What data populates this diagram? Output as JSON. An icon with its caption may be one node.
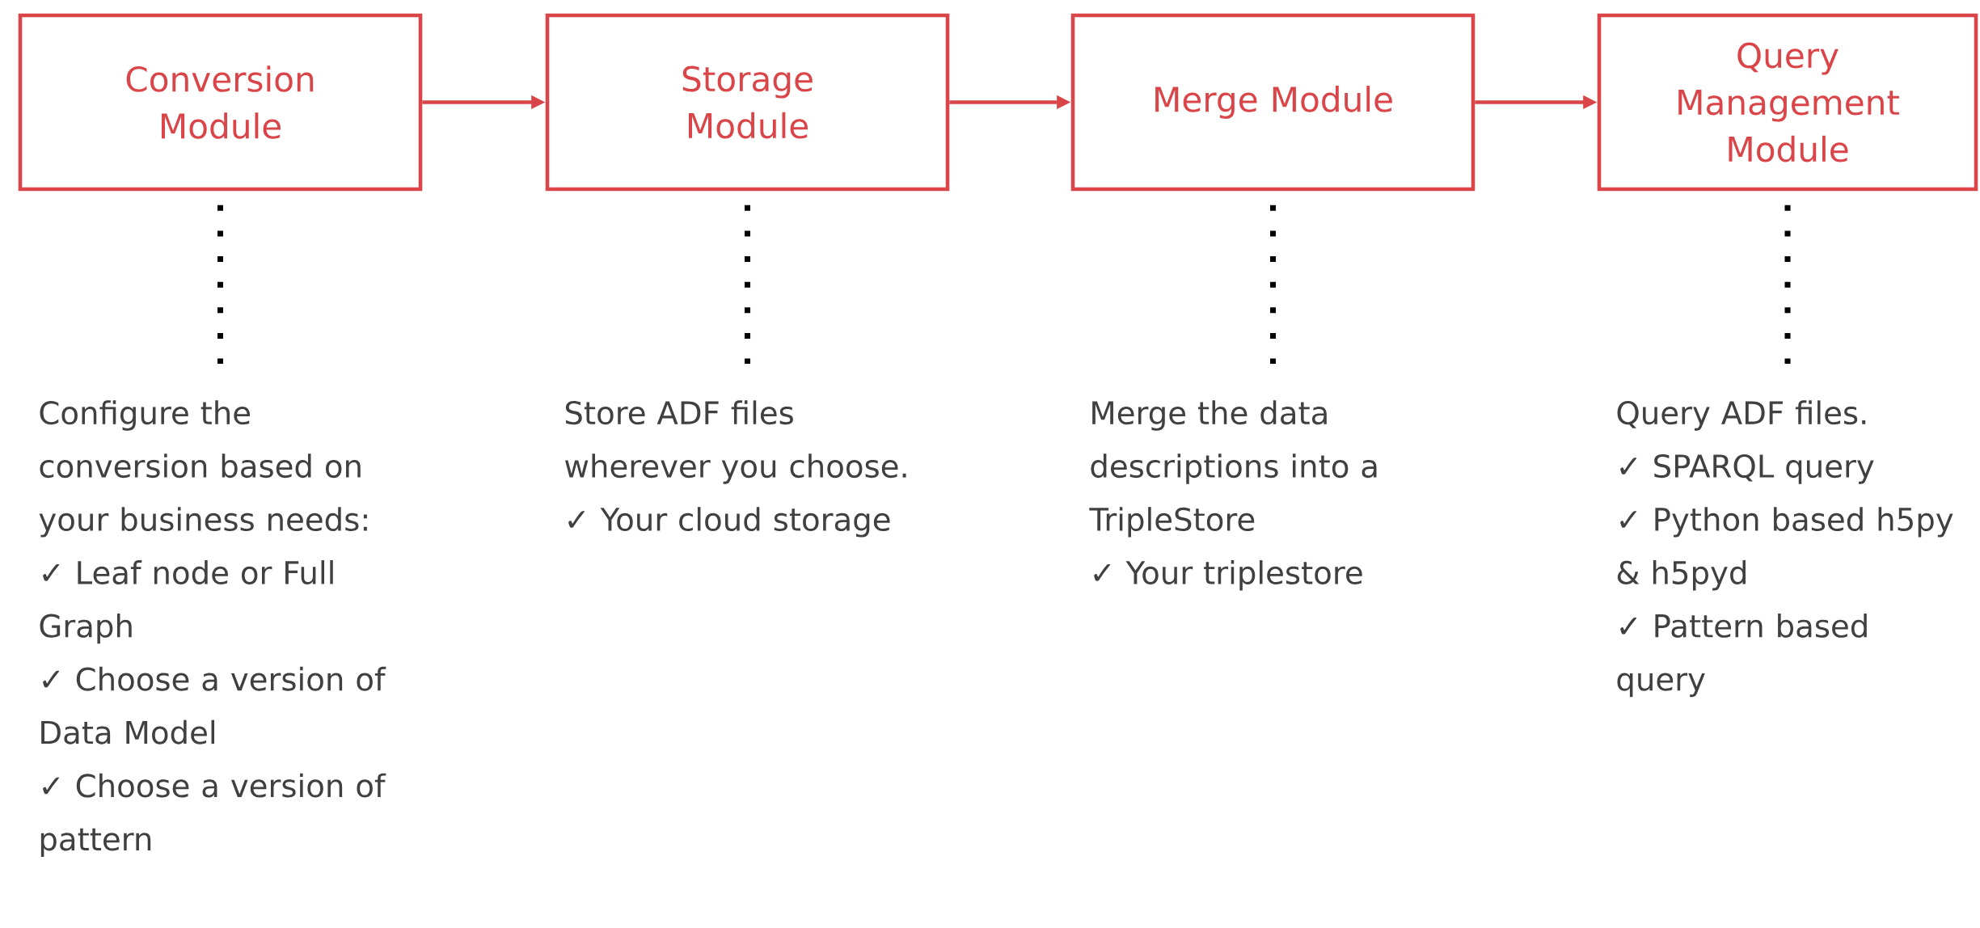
{
  "diagram": {
    "nodes": [
      {
        "text": [
          "Conversion Module"
        ]
      },
      {
        "text": [
          "Storage Module"
        ]
      },
      {
        "text": [
          "Merge Module"
        ]
      },
      {
        "text": [
          "Query Management Module"
        ]
      },
      {
        "text": [
          "Configure the conversion based on your business needs:",
          "✓ Leaf node or Full Graph",
          "✓ Choose a version of Data Model",
          "✓ Choose a version of pattern"
        ]
      },
      {
        "text": [
          "Store ADF files wherever you choose.",
          "✓ Your cloud storage"
        ]
      },
      {
        "text": [
          "Merge the data descriptions into a TripleStore",
          "✓ Your triplestore"
        ]
      },
      {
        "text": [
          "Query ADF files.",
          "✓ SPARQL query",
          "✓ Python based h5py & h5pyd",
          "✓ Pattern based query"
        ]
      }
    ],
    "edges": [
      {
        "from": 0,
        "to": 1,
        "arrow": "to",
        "color": "#d94548"
      },
      {
        "from": 1,
        "to": 2,
        "arrow": "to",
        "color": "#d94548"
      },
      {
        "from": 2,
        "to": 3,
        "arrow": "to",
        "color": "#d94548"
      },
      {
        "from": 0,
        "to": 4,
        "arrow": "none",
        "style": "dashed"
      },
      {
        "from": 1,
        "to": 5,
        "arrow": "none",
        "style": "dashed"
      },
      {
        "from": 2,
        "to": 6,
        "arrow": "none",
        "style": "dashed"
      },
      {
        "from": 3,
        "to": 7,
        "arrow": "none",
        "style": "dashed"
      }
    ]
  }
}
